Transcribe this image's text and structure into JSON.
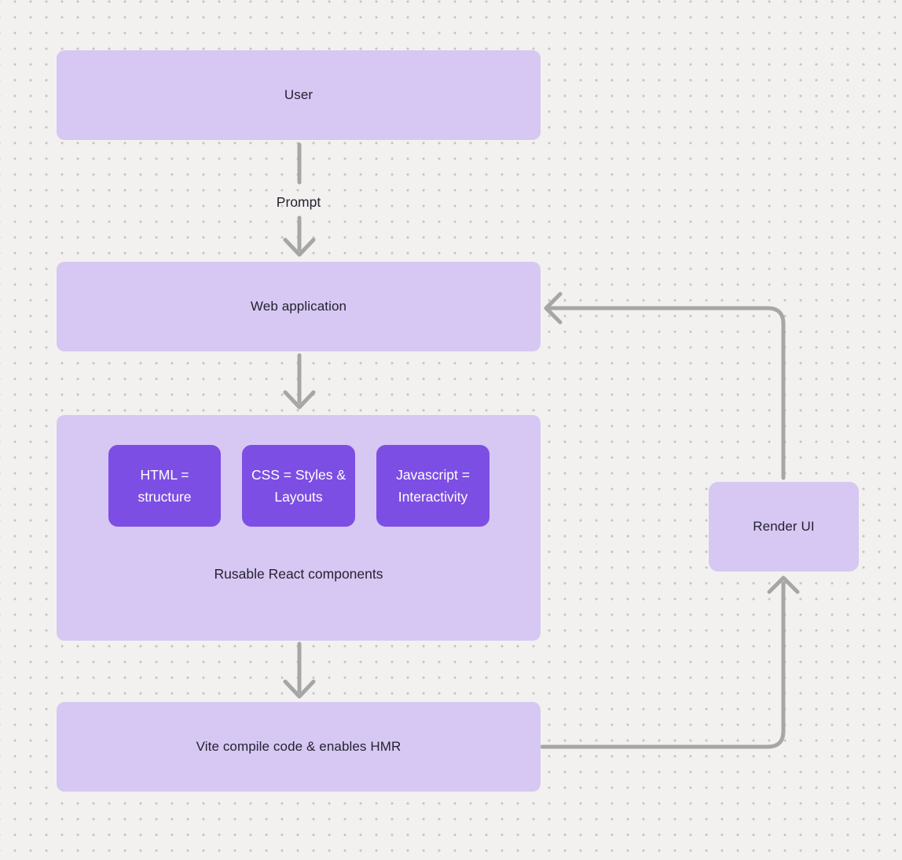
{
  "diagram": {
    "nodes": {
      "user": {
        "label": "User"
      },
      "web_application": {
        "label": "Web application"
      },
      "components_group": {
        "caption": "Rusable React components",
        "items": [
          {
            "label": "HTML = structure"
          },
          {
            "label": "CSS = Styles & Layouts"
          },
          {
            "label": "Javascript = Interactivity"
          }
        ]
      },
      "vite": {
        "label": "Vite compile code & enables HMR"
      },
      "render_ui": {
        "label": "Render UI"
      }
    },
    "edges": {
      "user_to_webapp_label": "Prompt"
    },
    "colors": {
      "background": "#f2f1ef",
      "dot_grid": "#c9c6c2",
      "node_fill_light": "#d6c8f3",
      "node_fill_dark": "#7d4ee3",
      "arrow": "#a6a6a6",
      "text_dark": "#262130",
      "text_light": "#ffffff"
    }
  }
}
